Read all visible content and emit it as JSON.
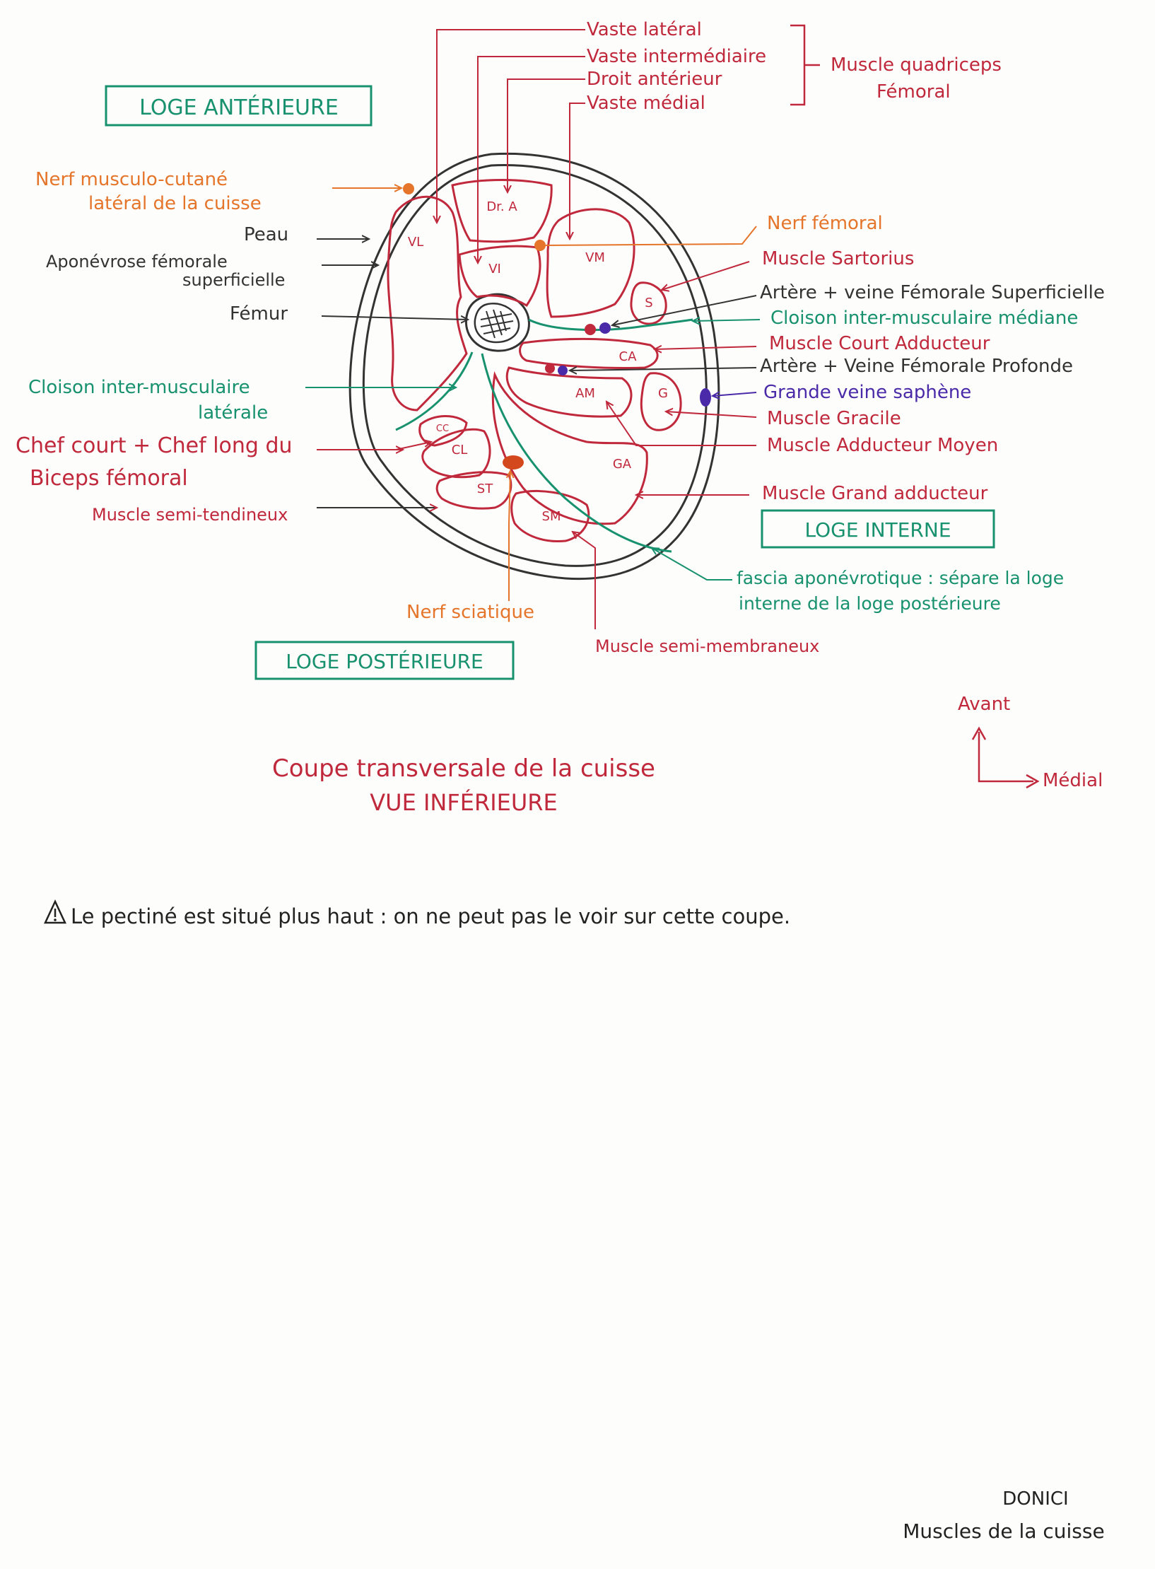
{
  "colors": {
    "muscle": "#c0283c",
    "nerve": "#e5752a",
    "septum": "#17916e",
    "structure": "#333333",
    "vein": "#4a2aa8"
  },
  "compartments": {
    "anterior": "LOGE ANTÉRIEURE",
    "internal": "LOGE INTERNE",
    "posterior": "LOGE POSTÉRIEURE"
  },
  "muscle_codes": {
    "vl": "VL",
    "vi": "VI",
    "dra": "Dr. A",
    "vm": "VM",
    "s": "S",
    "ca": "CA",
    "am": "AM",
    "g": "G",
    "ga": "GA",
    "cc": "CC",
    "cl": "CL",
    "st": "ST",
    "sm": "SM"
  },
  "labels": {
    "vaste_lateral": "Vaste latéral",
    "vaste_intermediaire": "Vaste intermédiaire",
    "droit_anterieur": "Droit antérieur",
    "vaste_medial": "Vaste médial",
    "quadriceps_1": "Muscle quadriceps",
    "quadriceps_2": "Fémoral",
    "nerf_musculo_1": "Nerf musculo-cutané",
    "nerf_musculo_2": "latéral de la cuisse",
    "peau": "Peau",
    "aponevrose_1": "Aponévrose fémorale",
    "aponevrose_2": "superficielle",
    "femur": "Fémur",
    "cloison_laterale_1": "Cloison inter-musculaire",
    "cloison_laterale_2": "latérale",
    "biceps_1": "Chef court + Chef long du",
    "biceps_2": "Biceps fémoral",
    "semi_tendineux": "Muscle semi-tendineux",
    "nerf_femoral": "Nerf fémoral",
    "sartorius": "Muscle Sartorius",
    "artere_sup": "Artère + veine Fémorale Superficielle",
    "cloison_mediane": "Cloison inter-musculaire médiane",
    "court_adducteur": "Muscle Court Adducteur",
    "artere_prof": "Artère + Veine Fémorale Profonde",
    "saphene": "Grande veine saphène",
    "gracile": "Muscle Gracile",
    "adducteur_moyen": "Muscle Adducteur Moyen",
    "grand_adducteur": "Muscle Grand adducteur",
    "fascia_1": "fascia aponévrotique : sépare la loge",
    "fascia_2": "interne de la loge postérieure",
    "nerf_sciatique": "Nerf sciatique",
    "semi_membraneux": "Muscle semi-membraneux"
  },
  "title": {
    "line1": "Coupe transversale de la cuisse",
    "line2": "VUE INFÉRIEURE"
  },
  "orientation": {
    "up": "Avant",
    "right": "Médial"
  },
  "note": {
    "icon": "warning-triangle-icon",
    "text": "Le pectiné est situé plus haut : on ne peut pas le voir sur cette coupe."
  },
  "footer": {
    "author": "DONICI",
    "subject": "Muscles de la cuisse"
  }
}
